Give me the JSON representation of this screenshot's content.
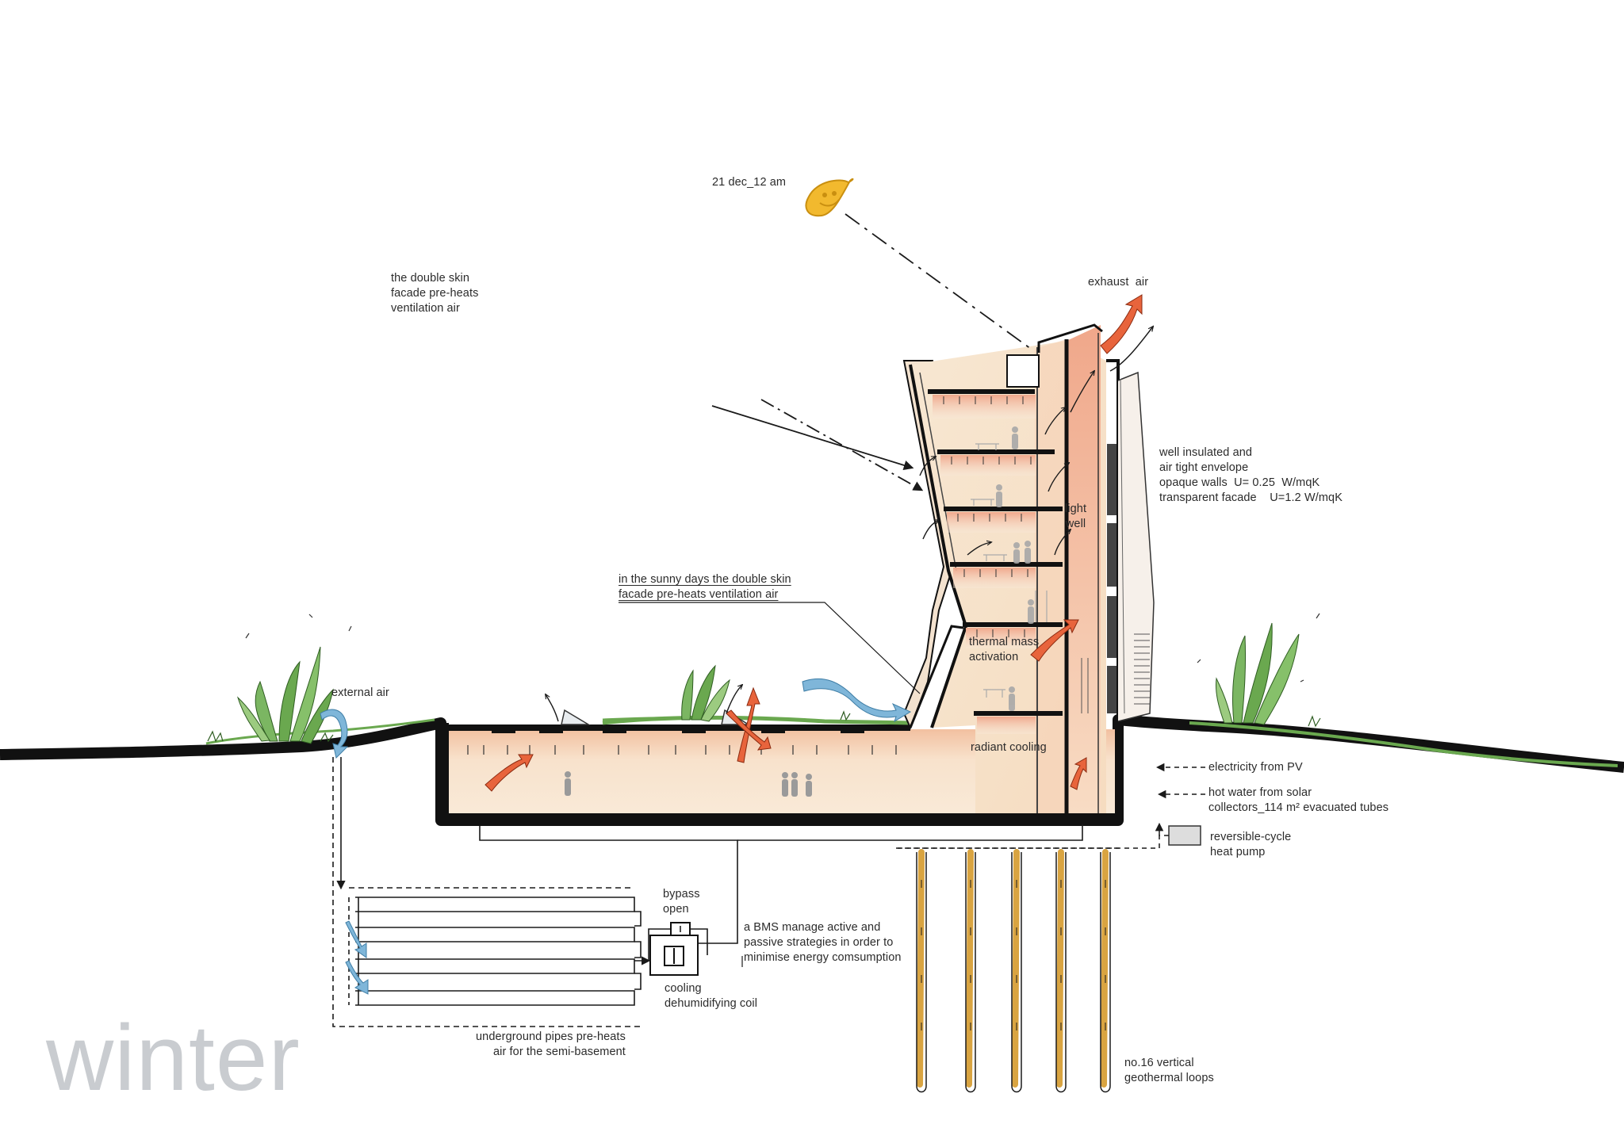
{
  "season": "winter",
  "labels": {
    "sun_date": "21 dec_12 am",
    "double_skin_top": "the double skin\nfacade pre-heats\nventilation air",
    "exhaust_air": "exhaust  air",
    "envelope": "well insulated and\nair tight envelope\nopaque walls  U= 0.25  W/mqK\ntransparent facade    U=1.2 W/mqK",
    "light_well": "light\nwell",
    "sunny_days": "in the sunny days the double skin\nfacade pre-heats ventilation air",
    "thermal_mass": "thermal mass\nactivation",
    "external_air": "external air",
    "radiant_cooling": "radiant cooling",
    "electricity_pv": "electricity from PV",
    "hot_water": "hot water from solar\ncollectors_114 m² evacuated tubes",
    "heat_pump": "reversible-cycle\nheat pump",
    "bypass": "bypass\nopen",
    "bms": "a BMS manage active and\npassive strategies in order to\nminimise energy comsumption",
    "cooling_coil": "cooling\ndehumidifying coil",
    "underground_pipes": "underground pipes pre-heats\nair for the semi-basement",
    "geothermal": "no.16 vertical\ngeothermal loops"
  },
  "colors": {
    "ink": "#1a1a1a",
    "warm_air": "#e8643c",
    "cool_air": "#7fb6d9",
    "vegetation": "#6aa84f",
    "building_fill": "#f6dcc0",
    "sun": "#f2b92e",
    "season_text": "#c9ccd0",
    "geothermal": "#d9a441"
  },
  "icons": [
    "sun-icon",
    "heat-pump-icon",
    "ahu-icon",
    "person-icon",
    "plant-icon",
    "arrow-icon"
  ]
}
